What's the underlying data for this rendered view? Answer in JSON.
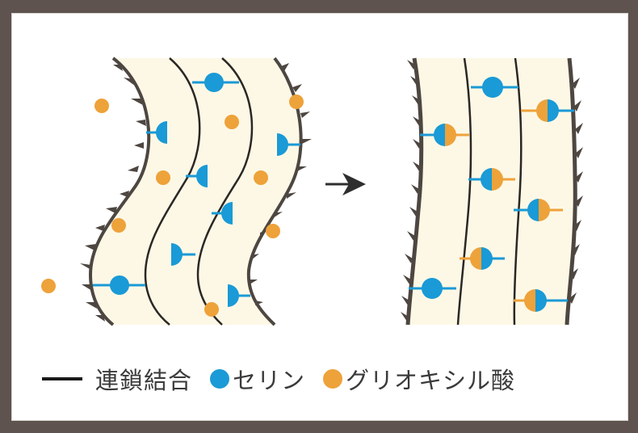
{
  "colors": {
    "frame": "#5e534e",
    "panel": "#ffffff",
    "strip_fill": "#fdf8e6",
    "chain_line": "#2b2724",
    "spiky_edge": "#4d4641",
    "serine": "#1a9ad6",
    "glyoxylic_acid": "#eea23a",
    "arrow": "#2e2e2e"
  },
  "legend": {
    "items": [
      {
        "symbol": "line",
        "label": "連鎖結合"
      },
      {
        "symbol": "blue-dot",
        "label": "セリン"
      },
      {
        "symbol": "orange-dot",
        "label": "グリオキシル酸"
      }
    ]
  },
  "diagram": {
    "before": {
      "description": "wavy keratin strips with free serine groups and free glyoxylic acid molecules",
      "free_glyoxylic_acid_count": 9,
      "serine_circle_count": 2,
      "serine_cup_count": 6
    },
    "after": {
      "description": "straightened strips with serine bonded to glyoxylic acid",
      "serine_circle_count": 2,
      "bonded_pair_count": 6
    },
    "arrow": "→"
  }
}
